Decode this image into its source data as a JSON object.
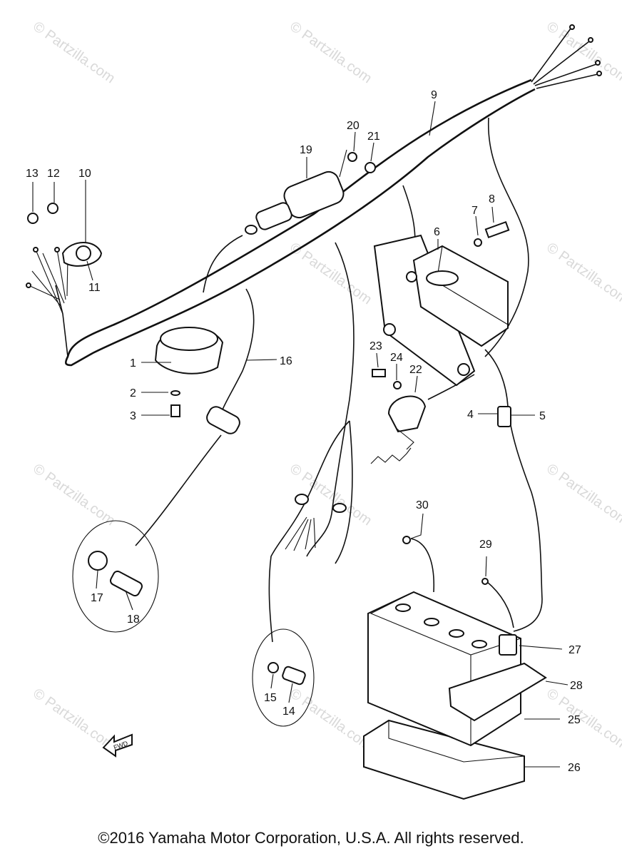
{
  "watermark": {
    "text": "© Partzilla.com"
  },
  "callouts": {
    "c1": "1",
    "c2": "2",
    "c3": "3",
    "c4": "4",
    "c5": "5",
    "c6": "6",
    "c7": "7",
    "c8": "8",
    "c9": "9",
    "c10": "10",
    "c11": "11",
    "c12": "12",
    "c13": "13",
    "c14": "14",
    "c15": "15",
    "c16": "16",
    "c17": "17",
    "c18": "18",
    "c19": "19",
    "c20": "20",
    "c21": "21",
    "c22": "22",
    "c23": "23",
    "c24": "24",
    "c25": "25",
    "c26": "26",
    "c27": "27",
    "c28": "28",
    "c29": "29",
    "c30": "30"
  },
  "direction_marker": "FWD",
  "footer": {
    "copyright": "©2016 Yamaha Motor Corporation, U.S.A. All rights reserved."
  }
}
